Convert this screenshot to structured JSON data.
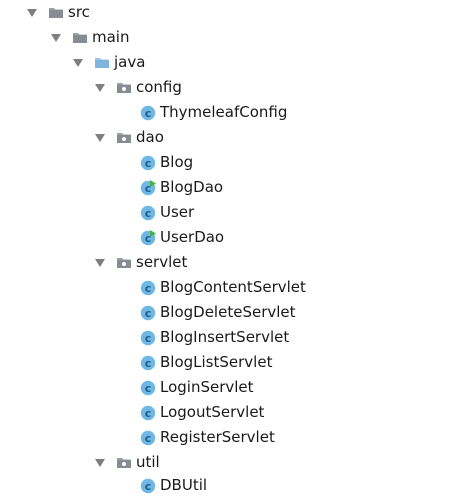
{
  "colors": {
    "arrow": "#7f7f7f",
    "folder_gray": "#9aa0a6",
    "folder_gray_dark": "#868c92",
    "folder_blue": "#9cc9ea",
    "folder_blue_dark": "#7fb5dc",
    "class_fill": "#6fb7e4",
    "class_text": "#1f5f8b",
    "run_badge": "#49b04a"
  },
  "tree": [
    {
      "label": "src",
      "icon": "folder-icon",
      "expanded": true
    },
    {
      "label": "main",
      "icon": "folder-icon",
      "expanded": true
    },
    {
      "label": "java",
      "icon": "source-folder-icon",
      "expanded": true
    },
    {
      "label": "config",
      "icon": "package-icon",
      "expanded": true
    },
    {
      "label": "ThymeleafConfig",
      "icon": "class-icon"
    },
    {
      "label": "dao",
      "icon": "package-icon",
      "expanded": true
    },
    {
      "label": "Blog",
      "icon": "class-icon"
    },
    {
      "label": "BlogDao",
      "icon": "class-runnable-icon"
    },
    {
      "label": "User",
      "icon": "class-icon"
    },
    {
      "label": "UserDao",
      "icon": "class-runnable-icon"
    },
    {
      "label": "servlet",
      "icon": "package-icon",
      "expanded": true
    },
    {
      "label": "BlogContentServlet",
      "icon": "class-icon"
    },
    {
      "label": "BlogDeleteServlet",
      "icon": "class-icon"
    },
    {
      "label": "BlogInsertServlet",
      "icon": "class-icon"
    },
    {
      "label": "BlogListServlet",
      "icon": "class-icon"
    },
    {
      "label": "LoginServlet",
      "icon": "class-icon"
    },
    {
      "label": "LogoutServlet",
      "icon": "class-icon"
    },
    {
      "label": "RegisterServlet",
      "icon": "class-icon"
    },
    {
      "label": "util",
      "icon": "package-icon",
      "expanded": true
    },
    {
      "label": "DBUtil",
      "icon": "class-icon"
    }
  ]
}
